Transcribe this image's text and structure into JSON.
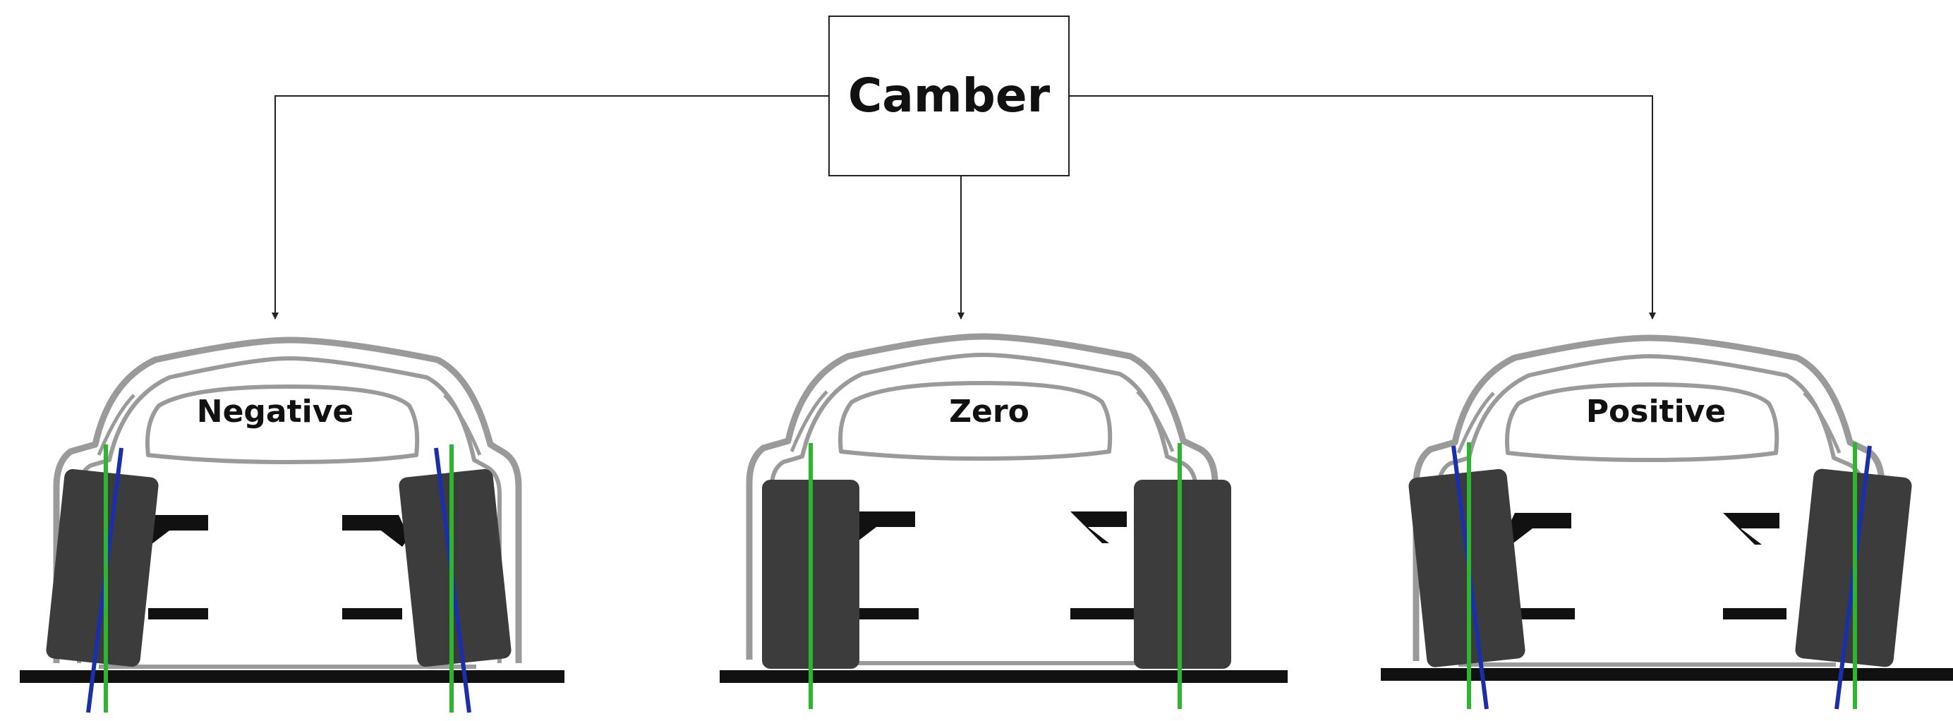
{
  "title": "Camber",
  "variants": [
    {
      "label": "Negative",
      "tilt": "negative"
    },
    {
      "label": "Zero",
      "tilt": "zero"
    },
    {
      "label": "Positive",
      "tilt": "positive"
    }
  ],
  "colors": {
    "outline": "#9a9a9a",
    "wheel": "#3c3c3c",
    "ground": "#111111",
    "vertical_line": "#2db52d",
    "wheel_axis_line": "#1b2fa8",
    "connector": "#222222",
    "text": "#111111"
  }
}
